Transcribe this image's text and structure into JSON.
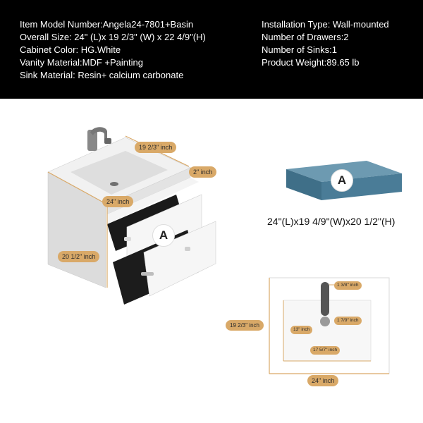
{
  "specs_left": [
    "Item Model Number:Angela24-7801+Basin",
    "Overall Size: 24\" (L)x 19 2/3\" (W) x 22 4/9\"(H)",
    "Cabinet Color: HG.White",
    "Vanity Material:MDF +Painting",
    "Sink Material: Resin+ calcium carbonate"
  ],
  "specs_right": [
    "Installation Type: Wall-mounted",
    "Number of Drawers:2",
    "Number of Sinks:1",
    "Product Weight:89.65 lb"
  ],
  "vanity_dims": {
    "depth": "19 2/3\" inch",
    "top_thickness": "2\" inch",
    "width": "24\" inch",
    "height": "20 1/2\" inch"
  },
  "part_label": "A",
  "part_a_dims": "24\"(L)x19 4/9\"(W)x20 1/2\"(H)",
  "basin_dims": {
    "faucet_offset": "1 3/8\" inch",
    "bowl_depth": "13\" inch",
    "drain_size": "1 7/9\" inch",
    "bowl_width": "17 5/7\" inch",
    "overall_depth": "19 2/3\" inch",
    "overall_width": "24\" inch"
  },
  "colors": {
    "header_bg": "#000000",
    "tag": "#d9a968",
    "part_a_box": "#4a7c97",
    "cabinet": "#e9e9e9",
    "drawer_interior": "#1a1a1a"
  }
}
